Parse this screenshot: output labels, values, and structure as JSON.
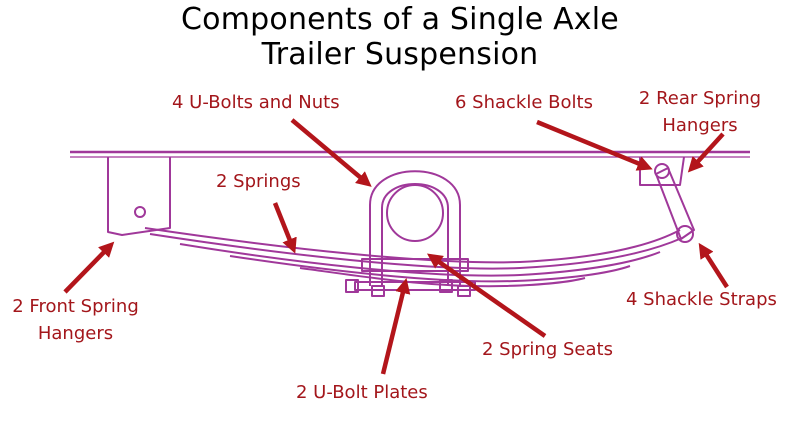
{
  "title": {
    "line1": "Components of a Single Axle",
    "line2": "Trailer Suspension"
  },
  "labels": {
    "u_bolts_and_nuts": "4 U-Bolts and Nuts",
    "shackle_bolts": "6 Shackle Bolts",
    "rear_spring_hangers_1": "2 Rear Spring",
    "rear_spring_hangers_2": "Hangers",
    "springs": "2 Springs",
    "front_spring_hangers_1": "2 Front Spring",
    "front_spring_hangers_2": "Hangers",
    "shackle_straps": "4 Shackle Straps",
    "spring_seats": "2 Spring Seats",
    "u_bolt_plates": "2 U-Bolt Plates"
  },
  "colors": {
    "label": "#a3161b",
    "arrow": "#b3151b",
    "drawing": "#a0389a",
    "title": "#000000"
  }
}
